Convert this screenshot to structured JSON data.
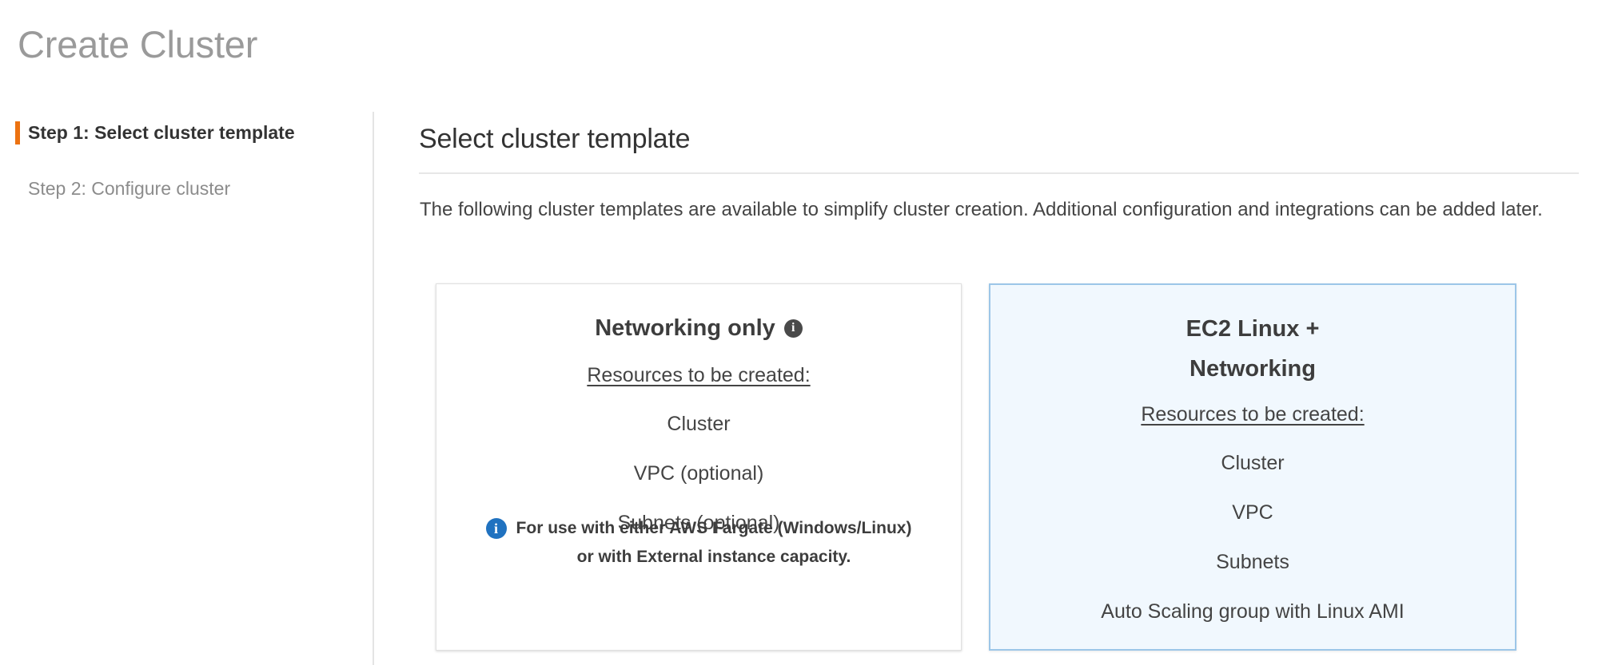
{
  "page": {
    "title": "Create Cluster"
  },
  "sidebar": {
    "steps": [
      {
        "label": "Step 1: Select cluster template",
        "active": true
      },
      {
        "label": "Step 2: Configure cluster",
        "active": false
      }
    ]
  },
  "main": {
    "section_title": "Select cluster template",
    "description": "The following cluster templates are available to simplify cluster creation. Additional configuration and integrations can be added later.",
    "resources_heading": "Resources to be created:",
    "cards": [
      {
        "title": "Networking only",
        "title_info_icon": "info-icon",
        "resources": [
          "Cluster",
          "VPC (optional)",
          "Subnets (optional)"
        ],
        "note_icon": "info-icon",
        "note_line_1": "For use with either AWS Fargate (Windows/Linux)",
        "note_line_2": "or with External instance capacity.",
        "selected": false
      },
      {
        "title_line_1": "EC2 Linux +",
        "title_line_2": "Networking",
        "resources": [
          "Cluster",
          "VPC",
          "Subnets",
          "Auto Scaling group with Linux AMI"
        ],
        "selected": true
      }
    ]
  },
  "colors": {
    "accent_orange": "#ec7211",
    "selected_border": "#9cc6e8",
    "selected_background": "#f1f8fe",
    "info_blue": "#2072c0",
    "title_gray": "#9a9a9a",
    "text_dark": "#333333",
    "text_muted": "#8c8c8c"
  }
}
